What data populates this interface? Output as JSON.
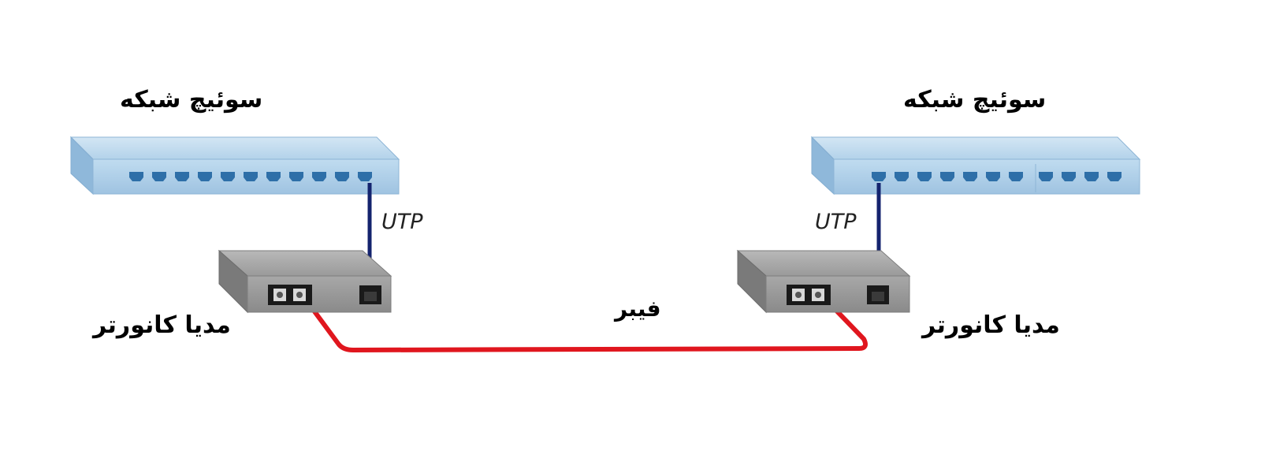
{
  "left": {
    "switch_title": "سوئیچ شبکه",
    "cable_label": "UTP",
    "converter_label": "مدیا کانورتر"
  },
  "right": {
    "switch_title": "سوئیچ شبکه",
    "cable_label": "UTP",
    "converter_label": "مدیا کانورتر"
  },
  "link": {
    "label": "فیبر"
  },
  "colors": {
    "switch_top": "#bcd8ec",
    "switch_front": "#a9cbe6",
    "port": "#2e6fa8",
    "utp_cable": "#14236e",
    "fiber_cable": "#e0161e",
    "converter_body": "#9c9c9c"
  }
}
